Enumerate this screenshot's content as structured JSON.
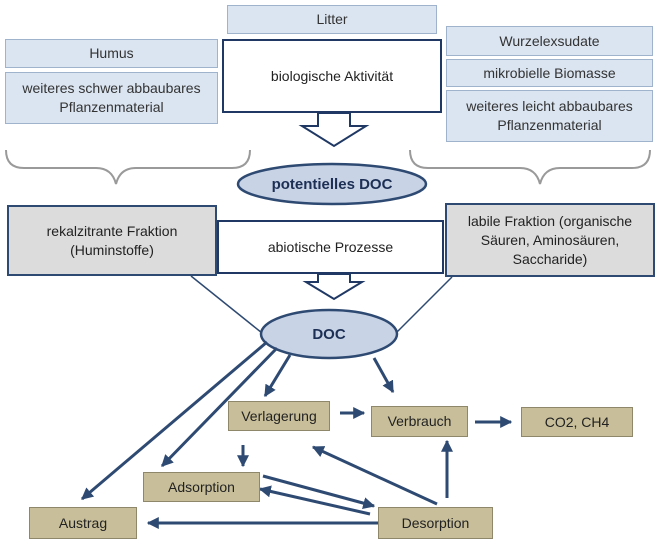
{
  "top": {
    "litter": "Litter",
    "humus": "Humus",
    "schwer_abbaubar": "weiteres schwer abbaubares Pflanzenmaterial",
    "biologische_aktivitaet": "biologische Aktivität",
    "wurzelexsudate": "Wurzelexsudate",
    "mikrobielle_biomasse": "mikrobielle Biomasse",
    "leicht_abbaubar": "weiteres leicht abbaubares Pflanzenmaterial"
  },
  "middle": {
    "potentielles_doc": "potentielles DOC",
    "rekalzitrante_fraktion": "rekalzitrante Fraktion (Huminstoffe)",
    "abiotische_prozesse": "abiotische Prozesse",
    "labile_fraktion": "labile Fraktion (organische Säuren, Aminosäuren, Saccharide)",
    "doc": "DOC"
  },
  "bottom": {
    "verlagerung": "Verlagerung",
    "verbrauch": "Verbrauch",
    "co2_ch4": "CO2, CH4",
    "adsorption": "Adsorption",
    "austrag": "Austrag",
    "desorption": "Desorption"
  },
  "colors": {
    "blue_box": "#dbe5f1",
    "grey_box": "#dcdcdc",
    "tan_box": "#c8bf9a",
    "arrow": "#2e4a72",
    "oval": "#c9d3e6"
  }
}
